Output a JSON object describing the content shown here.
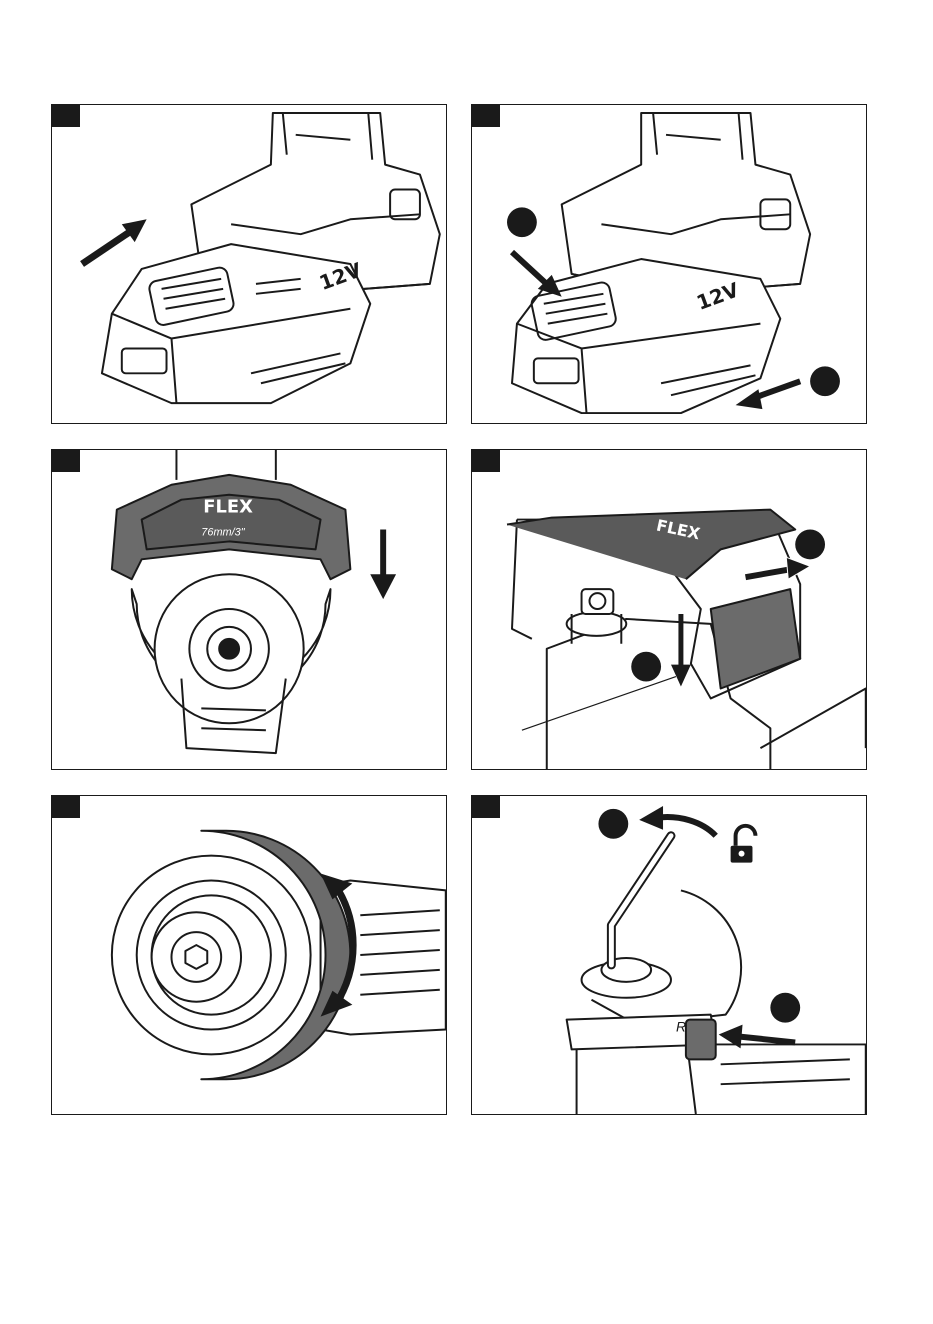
{
  "battery": {
    "voltage_label": "12V"
  },
  "guard": {
    "brand_label": "FLEX",
    "size_label": "76mm/3\"",
    "rotation_mark": "R"
  },
  "icons": {
    "insert_arrow": "arrow-icon",
    "step_marker": "filled-circle-icon",
    "unlock": "unlocked-padlock-icon",
    "rotate": "curved-double-arrow-icon"
  },
  "colors": {
    "ink": "#1a1a1a",
    "shade": "#6b6b6b",
    "paper": "#ffffff"
  }
}
